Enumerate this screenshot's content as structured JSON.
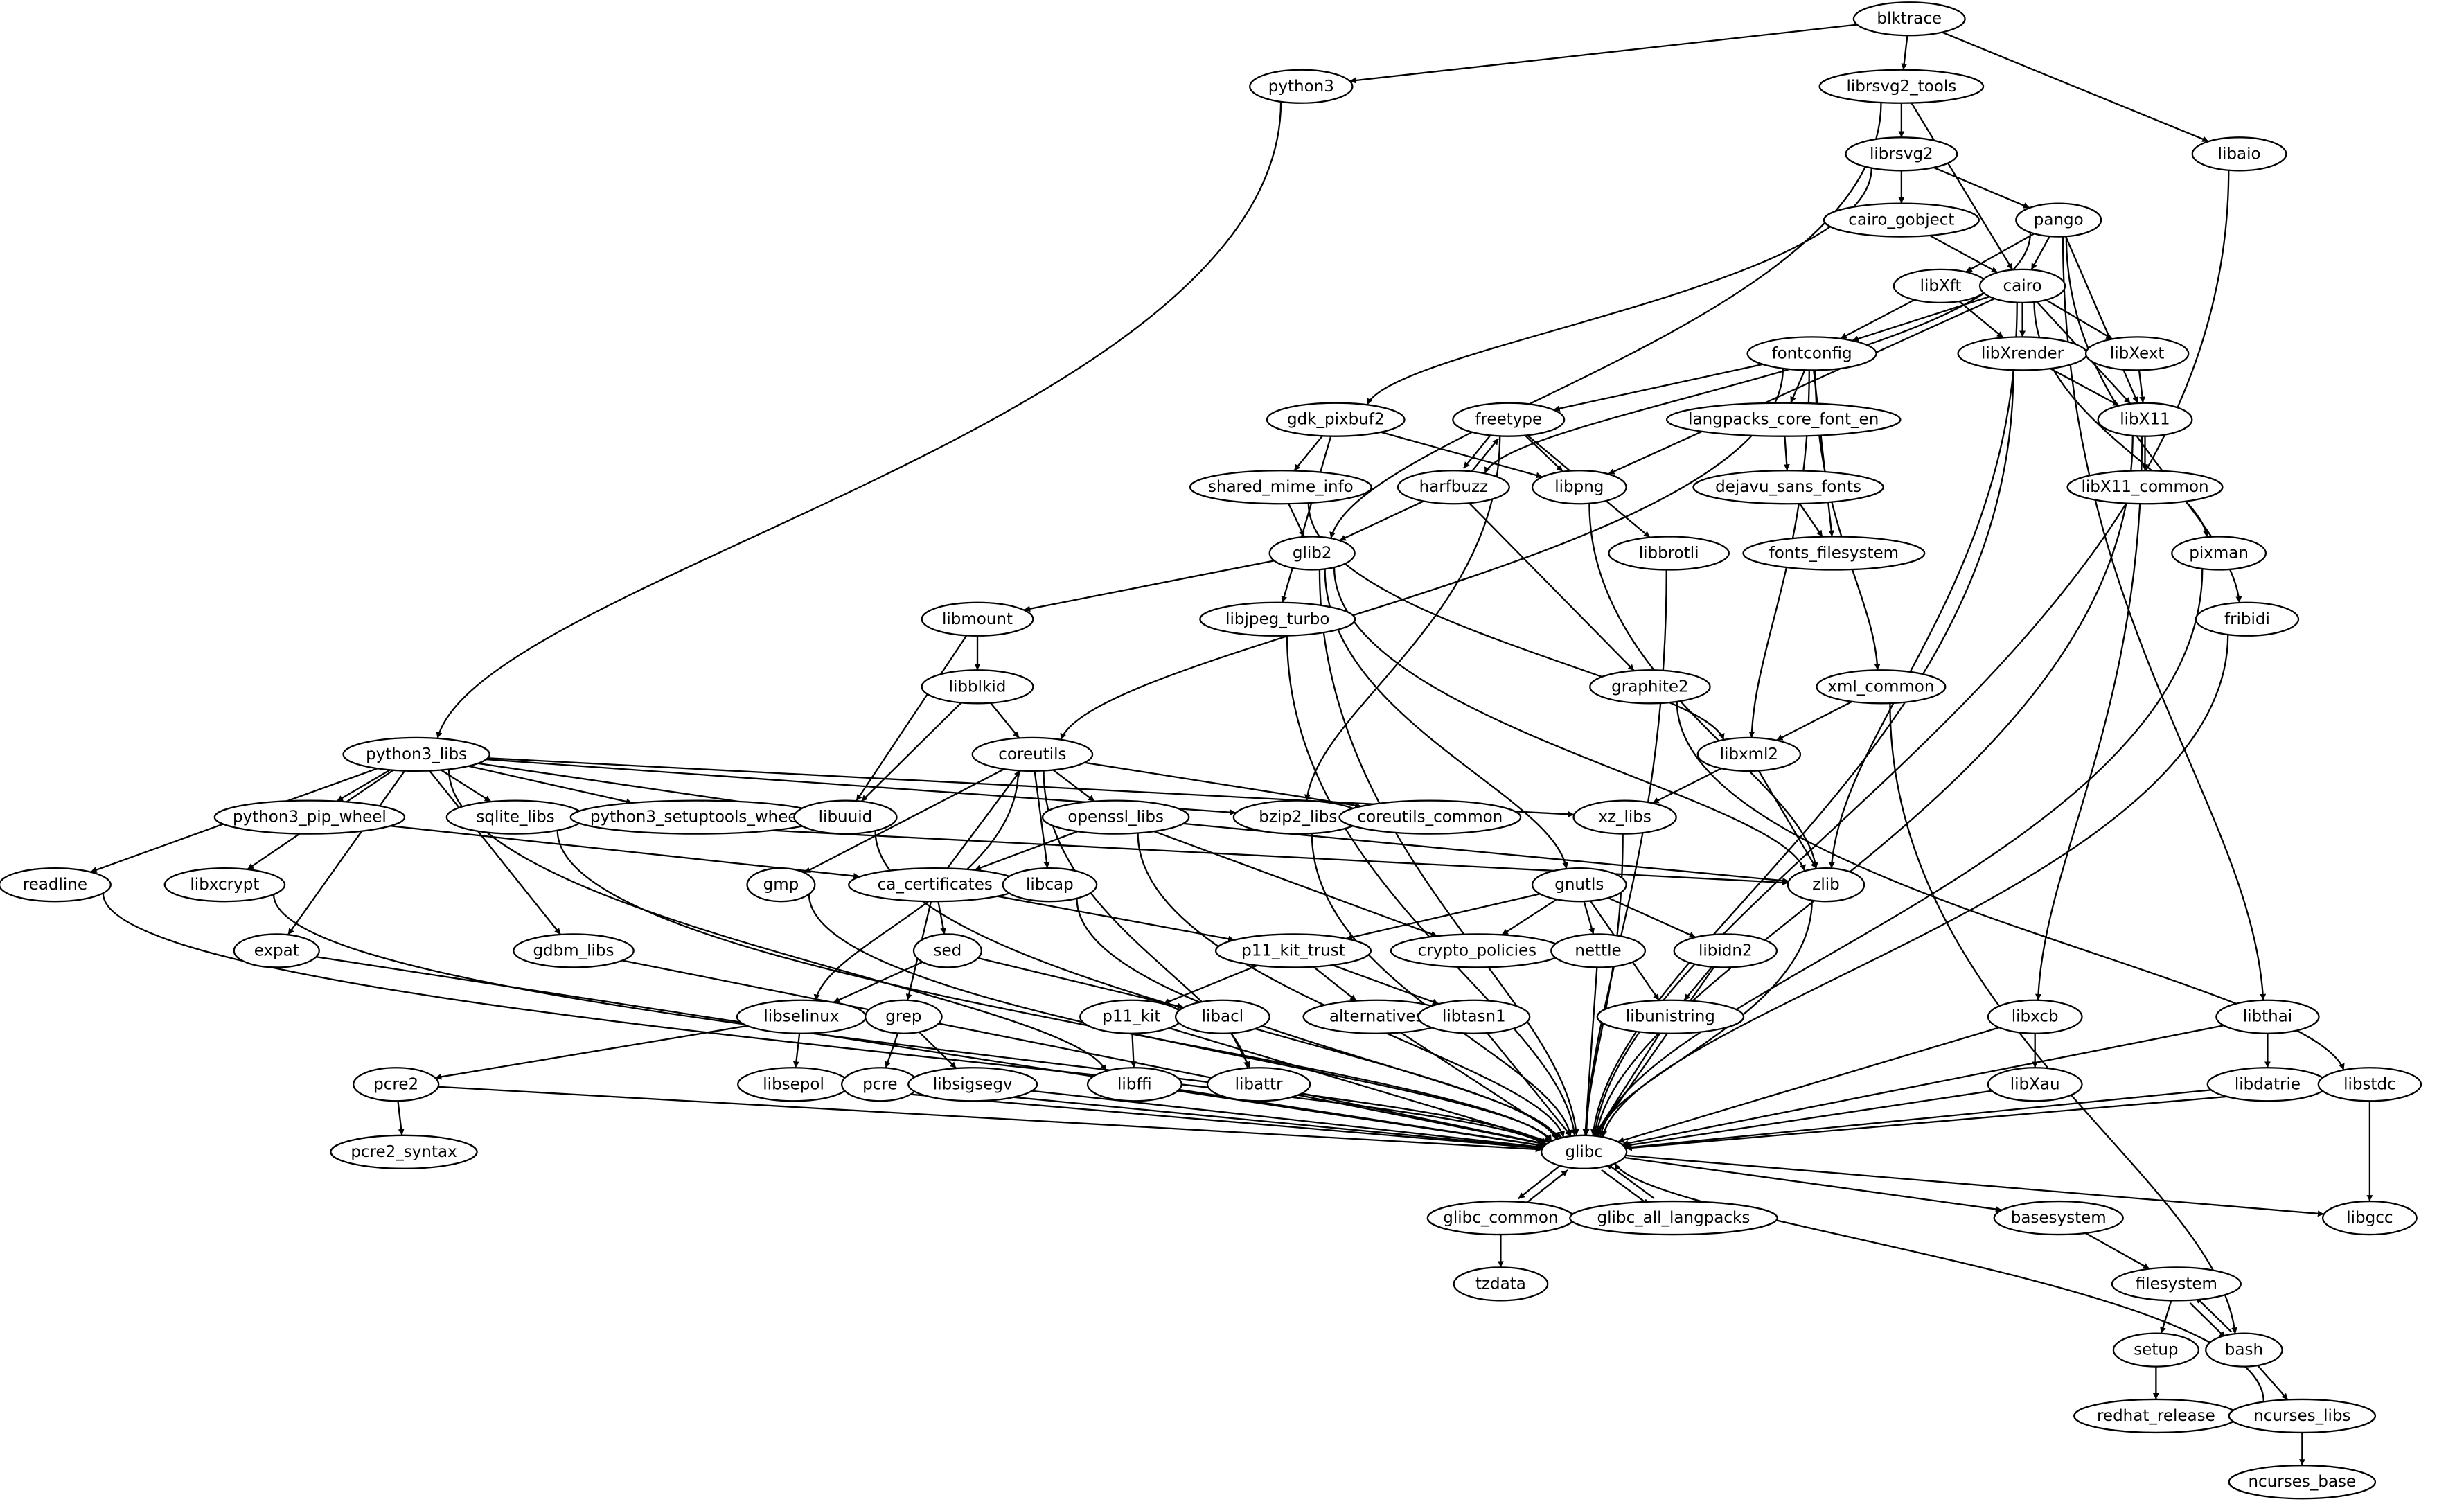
{
  "graph": {
    "type": "directed dependency graph",
    "colors": {
      "stroke": "#000000",
      "fill": "#ffffff",
      "text": "#000000"
    },
    "nodes": [
      {
        "id": "blktrace",
        "label": "blktrace"
      },
      {
        "id": "python3",
        "label": "python3"
      },
      {
        "id": "librsvg2_tools",
        "label": "librsvg2_tools"
      },
      {
        "id": "libaio",
        "label": "libaio"
      },
      {
        "id": "librsvg2",
        "label": "librsvg2"
      },
      {
        "id": "cairo_gobject",
        "label": "cairo_gobject"
      },
      {
        "id": "pango",
        "label": "pango"
      },
      {
        "id": "libXft",
        "label": "libXft"
      },
      {
        "id": "cairo",
        "label": "cairo"
      },
      {
        "id": "fontconfig",
        "label": "fontconfig"
      },
      {
        "id": "libXrender",
        "label": "libXrender"
      },
      {
        "id": "libXext",
        "label": "libXext"
      },
      {
        "id": "gdk_pixbuf2",
        "label": "gdk_pixbuf2"
      },
      {
        "id": "freetype",
        "label": "freetype"
      },
      {
        "id": "langpacks_core_font_en",
        "label": "langpacks_core_font_en"
      },
      {
        "id": "libX11",
        "label": "libX11"
      },
      {
        "id": "shared_mime_info",
        "label": "shared_mime_info"
      },
      {
        "id": "harfbuzz",
        "label": "harfbuzz"
      },
      {
        "id": "libpng",
        "label": "libpng"
      },
      {
        "id": "dejavu_sans_fonts",
        "label": "dejavu_sans_fonts"
      },
      {
        "id": "libX11_common",
        "label": "libX11_common"
      },
      {
        "id": "glib2",
        "label": "glib2"
      },
      {
        "id": "libbrotli",
        "label": "libbrotli"
      },
      {
        "id": "fonts_filesystem",
        "label": "fonts_filesystem"
      },
      {
        "id": "pixman",
        "label": "pixman"
      },
      {
        "id": "libmount",
        "label": "libmount"
      },
      {
        "id": "libjpeg_turbo",
        "label": "libjpeg_turbo"
      },
      {
        "id": "fribidi",
        "label": "fribidi"
      },
      {
        "id": "libblkid",
        "label": "libblkid"
      },
      {
        "id": "graphite2",
        "label": "graphite2"
      },
      {
        "id": "xml_common",
        "label": "xml_common"
      },
      {
        "id": "python3_libs",
        "label": "python3_libs"
      },
      {
        "id": "coreutils",
        "label": "coreutils"
      },
      {
        "id": "libxml2",
        "label": "libxml2"
      },
      {
        "id": "python3_pip_wheel",
        "label": "python3_pip_wheel"
      },
      {
        "id": "sqlite_libs",
        "label": "sqlite_libs"
      },
      {
        "id": "python3_setuptools_wheel",
        "label": "python3_setuptools_wheel"
      },
      {
        "id": "libuuid",
        "label": "libuuid"
      },
      {
        "id": "openssl_libs",
        "label": "openssl_libs"
      },
      {
        "id": "bzip2_libs",
        "label": "bzip2_libs"
      },
      {
        "id": "coreutils_common",
        "label": "coreutils_common"
      },
      {
        "id": "xz_libs",
        "label": "xz_libs"
      },
      {
        "id": "readline",
        "label": "readline"
      },
      {
        "id": "libxcrypt",
        "label": "libxcrypt"
      },
      {
        "id": "gmp",
        "label": "gmp"
      },
      {
        "id": "ca_certificates",
        "label": "ca_certificates"
      },
      {
        "id": "libcap",
        "label": "libcap"
      },
      {
        "id": "gnutls",
        "label": "gnutls"
      },
      {
        "id": "zlib",
        "label": "zlib"
      },
      {
        "id": "expat",
        "label": "expat"
      },
      {
        "id": "gdbm_libs",
        "label": "gdbm_libs"
      },
      {
        "id": "sed",
        "label": "sed"
      },
      {
        "id": "p11_kit_trust",
        "label": "p11_kit_trust"
      },
      {
        "id": "crypto_policies",
        "label": "crypto_policies"
      },
      {
        "id": "nettle",
        "label": "nettle"
      },
      {
        "id": "libidn2",
        "label": "libidn2"
      },
      {
        "id": "libselinux",
        "label": "libselinux"
      },
      {
        "id": "grep",
        "label": "grep"
      },
      {
        "id": "p11_kit",
        "label": "p11_kit"
      },
      {
        "id": "libacl",
        "label": "libacl"
      },
      {
        "id": "alternatives",
        "label": "alternatives"
      },
      {
        "id": "libtasn1",
        "label": "libtasn1"
      },
      {
        "id": "libunistring",
        "label": "libunistring"
      },
      {
        "id": "libxcb",
        "label": "libxcb"
      },
      {
        "id": "libthai",
        "label": "libthai"
      },
      {
        "id": "pcre2",
        "label": "pcre2"
      },
      {
        "id": "libsepol",
        "label": "libsepol"
      },
      {
        "id": "pcre",
        "label": "pcre"
      },
      {
        "id": "libsigsegv",
        "label": "libsigsegv"
      },
      {
        "id": "libffi",
        "label": "libffi"
      },
      {
        "id": "libattr",
        "label": "libattr"
      },
      {
        "id": "libXau",
        "label": "libXau"
      },
      {
        "id": "libdatrie",
        "label": "libdatrie"
      },
      {
        "id": "libstdc",
        "label": "libstdc"
      },
      {
        "id": "glibc",
        "label": "glibc"
      },
      {
        "id": "pcre2_syntax",
        "label": "pcre2_syntax"
      },
      {
        "id": "glibc_common",
        "label": "glibc_common"
      },
      {
        "id": "glibc_all_langpacks",
        "label": "glibc_all_langpacks"
      },
      {
        "id": "basesystem",
        "label": "basesystem"
      },
      {
        "id": "libgcc",
        "label": "libgcc"
      },
      {
        "id": "tzdata",
        "label": "tzdata"
      },
      {
        "id": "filesystem",
        "label": "filesystem"
      },
      {
        "id": "setup",
        "label": "setup"
      },
      {
        "id": "bash",
        "label": "bash"
      },
      {
        "id": "redhat_release",
        "label": "redhat_release"
      },
      {
        "id": "ncurses_libs",
        "label": "ncurses_libs"
      },
      {
        "id": "ncurses_base",
        "label": "ncurses_base"
      }
    ],
    "edges": [
      [
        "blktrace",
        "python3"
      ],
      [
        "blktrace",
        "librsvg2_tools"
      ],
      [
        "blktrace",
        "libaio"
      ],
      [
        "python3",
        "python3_libs"
      ],
      [
        "librsvg2_tools",
        "librsvg2"
      ],
      [
        "librsvg2_tools",
        "cairo"
      ],
      [
        "librsvg2_tools",
        "glib2"
      ],
      [
        "libaio",
        "glibc"
      ],
      [
        "librsvg2",
        "cairo_gobject"
      ],
      [
        "librsvg2",
        "pango"
      ],
      [
        "librsvg2",
        "gdk_pixbuf2"
      ],
      [
        "cairo_gobject",
        "cairo"
      ],
      [
        "pango",
        "cairo"
      ],
      [
        "pango",
        "libXft"
      ],
      [
        "pango",
        "harfbuzz"
      ],
      [
        "pango",
        "libX11"
      ],
      [
        "pango",
        "fribidi"
      ],
      [
        "pango",
        "libthai"
      ],
      [
        "libXft",
        "fontconfig"
      ],
      [
        "libXft",
        "libXrender"
      ],
      [
        "cairo",
        "fontconfig"
      ],
      [
        "cairo",
        "libXrender"
      ],
      [
        "cairo",
        "libXext"
      ],
      [
        "cairo",
        "libX11"
      ],
      [
        "cairo",
        "libpng"
      ],
      [
        "cairo",
        "zlib"
      ],
      [
        "cairo",
        "pixman"
      ],
      [
        "fontconfig",
        "freetype"
      ],
      [
        "fontconfig",
        "langpacks_core_font_en"
      ],
      [
        "fontconfig",
        "fonts_filesystem"
      ],
      [
        "fontconfig",
        "coreutils"
      ],
      [
        "fontconfig",
        "xml_common"
      ],
      [
        "fontconfig",
        "libxml2"
      ],
      [
        "libXrender",
        "libX11"
      ],
      [
        "libXrender",
        "glibc"
      ],
      [
        "libXext",
        "libX11"
      ],
      [
        "libX11",
        "libX11_common"
      ],
      [
        "libX11",
        "libxcb"
      ],
      [
        "libX11",
        "glibc"
      ],
      [
        "gdk_pixbuf2",
        "shared_mime_info"
      ],
      [
        "gdk_pixbuf2",
        "libpng"
      ],
      [
        "gdk_pixbuf2",
        "libjpeg_turbo"
      ],
      [
        "freetype",
        "harfbuzz"
      ],
      [
        "freetype",
        "libpng"
      ],
      [
        "freetype",
        "libbrotli"
      ],
      [
        "freetype",
        "bzip2_libs"
      ],
      [
        "harfbuzz",
        "freetype"
      ],
      [
        "harfbuzz",
        "glib2"
      ],
      [
        "harfbuzz",
        "graphite2"
      ],
      [
        "shared_mime_info",
        "glib2"
      ],
      [
        "shared_mime_info",
        "libxml2"
      ],
      [
        "langpacks_core_font_en",
        "dejavu_sans_fonts"
      ],
      [
        "dejavu_sans_fonts",
        "fonts_filesystem"
      ],
      [
        "libpng",
        "zlib"
      ],
      [
        "libbrotli",
        "glibc"
      ],
      [
        "pixman",
        "glibc"
      ],
      [
        "fribidi",
        "glibc"
      ],
      [
        "glib2",
        "libmount"
      ],
      [
        "glib2",
        "gnutls"
      ],
      [
        "glib2",
        "zlib"
      ],
      [
        "glib2",
        "glibc"
      ],
      [
        "libmount",
        "libblkid"
      ],
      [
        "libmount",
        "libuuid"
      ],
      [
        "libblkid",
        "coreutils"
      ],
      [
        "libblkid",
        "libuuid"
      ],
      [
        "libjpeg_turbo",
        "glibc"
      ],
      [
        "graphite2",
        "libstdc"
      ],
      [
        "xml_common",
        "libxml2"
      ],
      [
        "xml_common",
        "bash"
      ],
      [
        "libxml2",
        "xz_libs"
      ],
      [
        "libxml2",
        "zlib"
      ],
      [
        "python3_libs",
        "readline"
      ],
      [
        "python3_libs",
        "libxcrypt"
      ],
      [
        "python3_libs",
        "expat"
      ],
      [
        "python3_libs",
        "gdbm_libs"
      ],
      [
        "python3_libs",
        "python3_pip_wheel"
      ],
      [
        "python3_libs",
        "sqlite_libs"
      ],
      [
        "python3_libs",
        "python3_setuptools_wheel"
      ],
      [
        "python3_libs",
        "libuuid"
      ],
      [
        "python3_libs",
        "bzip2_libs"
      ],
      [
        "python3_libs",
        "xz_libs"
      ],
      [
        "python3_libs",
        "libffi"
      ],
      [
        "coreutils",
        "openssl_libs"
      ],
      [
        "coreutils",
        "coreutils_common"
      ],
      [
        "coreutils",
        "libcap"
      ],
      [
        "coreutils",
        "gmp"
      ],
      [
        "coreutils",
        "libselinux"
      ],
      [
        "coreutils",
        "libattr"
      ],
      [
        "python3_pip_wheel",
        "ca_certificates"
      ],
      [
        "sqlite_libs",
        "zlib"
      ],
      [
        "sqlite_libs",
        "glibc"
      ],
      [
        "libuuid",
        "glibc"
      ],
      [
        "openssl_libs",
        "ca_certificates"
      ],
      [
        "openssl_libs",
        "crypto_policies"
      ],
      [
        "openssl_libs",
        "zlib"
      ],
      [
        "openssl_libs",
        "glibc"
      ],
      [
        "bzip2_libs",
        "glibc"
      ],
      [
        "xz_libs",
        "glibc"
      ],
      [
        "readline",
        "glibc"
      ],
      [
        "libxcrypt",
        "glibc"
      ],
      [
        "gmp",
        "glibc"
      ],
      [
        "ca_certificates",
        "coreutils"
      ],
      [
        "ca_certificates",
        "sed"
      ],
      [
        "ca_certificates",
        "grep"
      ],
      [
        "ca_certificates",
        "p11_kit_trust"
      ],
      [
        "libcap",
        "glibc"
      ],
      [
        "gnutls",
        "p11_kit_trust"
      ],
      [
        "gnutls",
        "crypto_policies"
      ],
      [
        "gnutls",
        "nettle"
      ],
      [
        "gnutls",
        "libidn2"
      ],
      [
        "gnutls",
        "libunistring"
      ],
      [
        "zlib",
        "glibc"
      ],
      [
        "expat",
        "glibc"
      ],
      [
        "gdbm_libs",
        "glibc"
      ],
      [
        "sed",
        "libselinux"
      ],
      [
        "sed",
        "libacl"
      ],
      [
        "p11_kit_trust",
        "p11_kit"
      ],
      [
        "p11_kit_trust",
        "alternatives"
      ],
      [
        "p11_kit_trust",
        "libtasn1"
      ],
      [
        "nettle",
        "glibc"
      ],
      [
        "libidn2",
        "libunistring"
      ],
      [
        "libidn2",
        "glibc"
      ],
      [
        "libselinux",
        "pcre2"
      ],
      [
        "libselinux",
        "libsepol"
      ],
      [
        "grep",
        "pcre"
      ],
      [
        "grep",
        "libsigsegv"
      ],
      [
        "p11_kit",
        "libffi"
      ],
      [
        "p11_kit",
        "glibc"
      ],
      [
        "libacl",
        "libattr"
      ],
      [
        "alternatives",
        "glibc"
      ],
      [
        "libtasn1",
        "glibc"
      ],
      [
        "libunistring",
        "glibc"
      ],
      [
        "libxcb",
        "libXau"
      ],
      [
        "libxcb",
        "glibc"
      ],
      [
        "libthai",
        "libdatrie"
      ],
      [
        "libthai",
        "glibc"
      ],
      [
        "pcre2",
        "pcre2_syntax"
      ],
      [
        "pcre2",
        "glibc"
      ],
      [
        "libsepol",
        "glibc"
      ],
      [
        "pcre",
        "glibc"
      ],
      [
        "libsigsegv",
        "glibc"
      ],
      [
        "libffi",
        "glibc"
      ],
      [
        "libattr",
        "glibc"
      ],
      [
        "libXau",
        "glibc"
      ],
      [
        "libdatrie",
        "glibc"
      ],
      [
        "libstdc",
        "glibc"
      ],
      [
        "libstdc",
        "libgcc"
      ],
      [
        "glibc",
        "glibc_common"
      ],
      [
        "glibc",
        "glibc_all_langpacks"
      ],
      [
        "glibc",
        "basesystem"
      ],
      [
        "glibc",
        "libgcc"
      ],
      [
        "glibc_common",
        "glibc"
      ],
      [
        "glibc_common",
        "tzdata"
      ],
      [
        "glibc_all_langpacks",
        "glibc"
      ],
      [
        "basesystem",
        "filesystem"
      ],
      [
        "filesystem",
        "setup"
      ],
      [
        "filesystem",
        "bash"
      ],
      [
        "bash",
        "filesystem"
      ],
      [
        "bash",
        "ncurses_libs"
      ],
      [
        "setup",
        "redhat_release"
      ],
      [
        "ncurses_libs",
        "ncurses_base"
      ],
      [
        "ncurses_libs",
        "glibc"
      ]
    ]
  }
}
